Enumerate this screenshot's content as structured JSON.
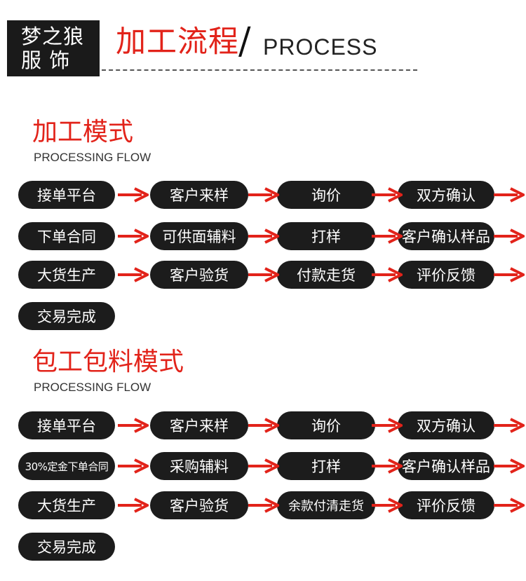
{
  "brand": {
    "line1": "梦之狼",
    "line2": "服 饰"
  },
  "header": {
    "title_cn": "加工流程",
    "slash": "/",
    "title_en": "PROCESS"
  },
  "accent_color": "#e2231a",
  "sections": [
    {
      "title": "加工模式",
      "subtitle": "PROCESSING FLOW",
      "steps": [
        "接单平台",
        "客户来样",
        "询价",
        "双方确认",
        "下单合同",
        "可供面辅料",
        "打样",
        "客户确认样品",
        "大货生产",
        "客户验货",
        "付款走货",
        "评价反馈",
        "交易完成"
      ]
    },
    {
      "title": "包工包料模式",
      "subtitle": "PROCESSING FLOW",
      "steps": [
        "接单平台",
        "客户来样",
        "询价",
        "双方确认",
        "30%定金下单合同",
        "采购辅料",
        "打样",
        "客户确认样品",
        "大货生产",
        "客户验货",
        "余款付清走货",
        "评价反馈",
        "交易完成"
      ]
    }
  ]
}
